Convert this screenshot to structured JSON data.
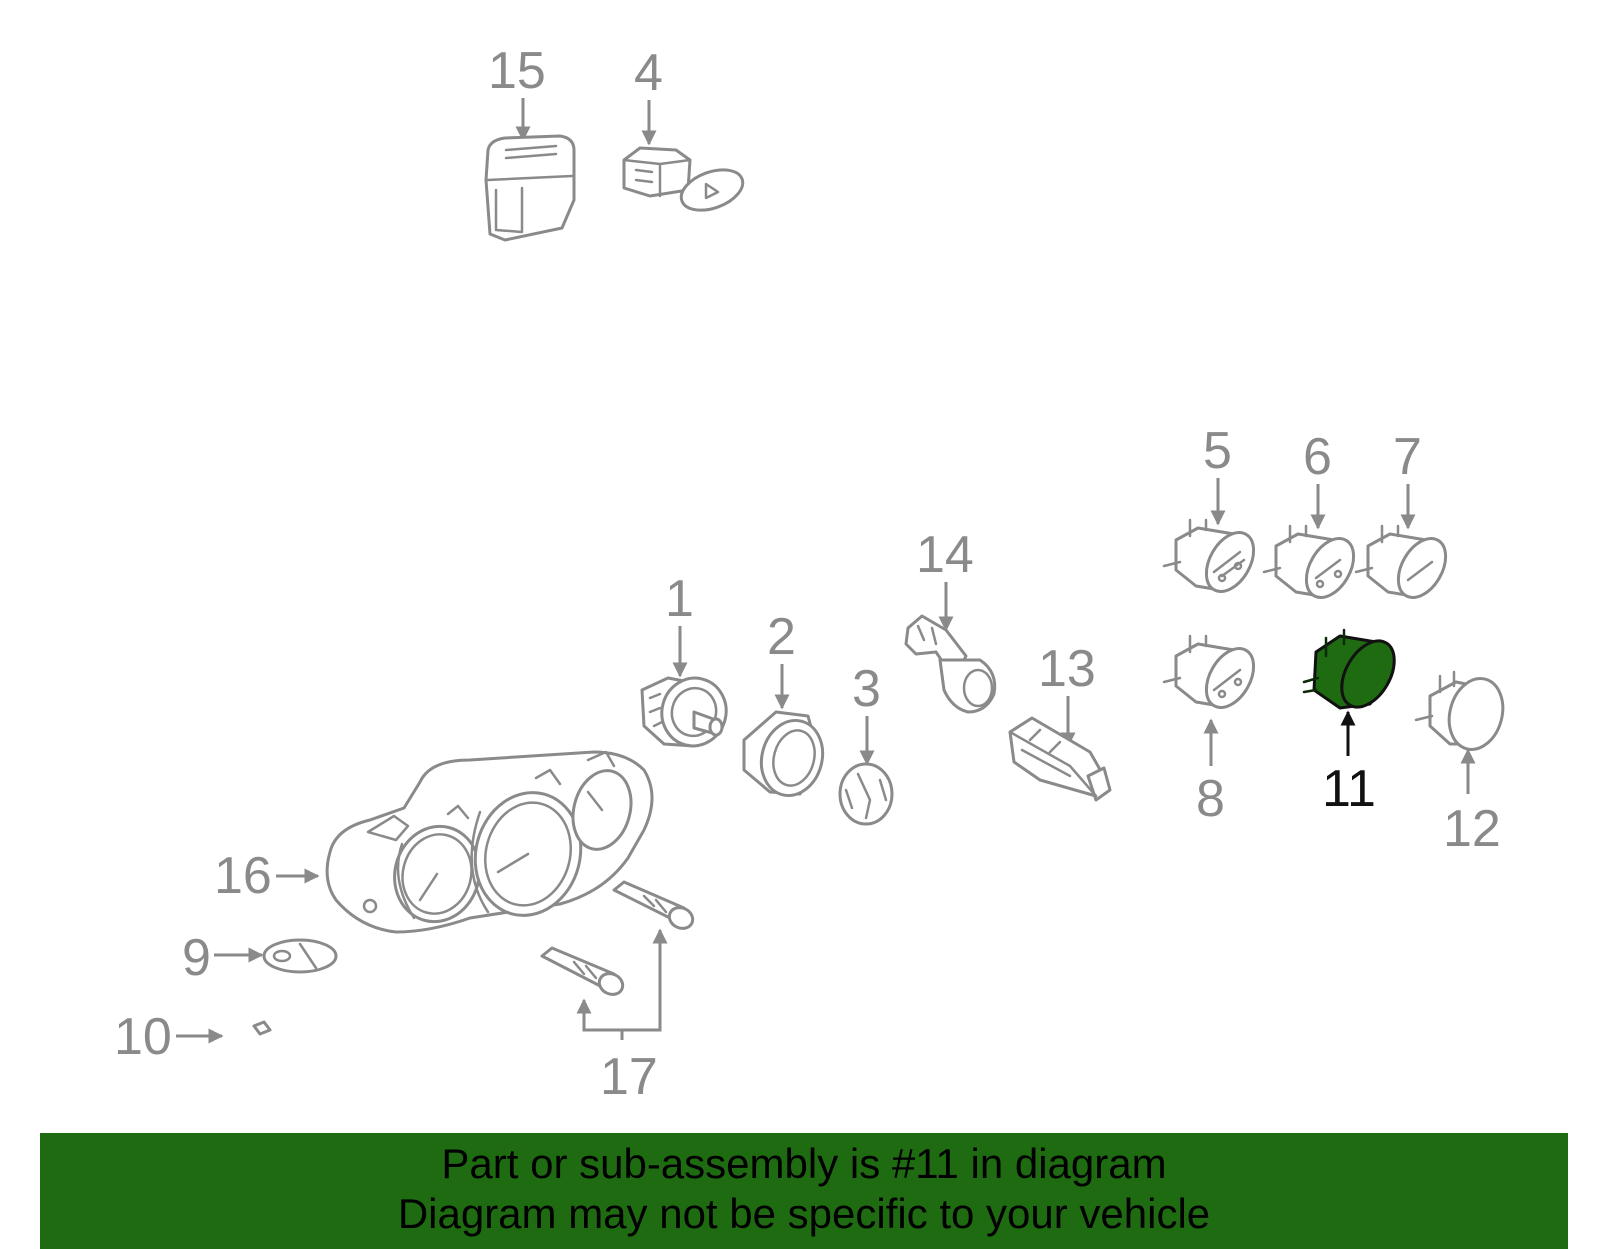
{
  "diagram": {
    "callouts": [
      "15",
      "4",
      "5",
      "6",
      "7",
      "14",
      "1",
      "2",
      "3",
      "13",
      "8",
      "11",
      "12",
      "16",
      "9",
      "10",
      "17"
    ],
    "highlighted": "11",
    "colors": {
      "highlight": "#1f6b12",
      "line": "#8a8a8a",
      "text": "#000000"
    }
  },
  "banner": {
    "line1": "Part or sub-assembly is #11 in diagram",
    "line2": "Diagram may not be specific to your vehicle"
  }
}
